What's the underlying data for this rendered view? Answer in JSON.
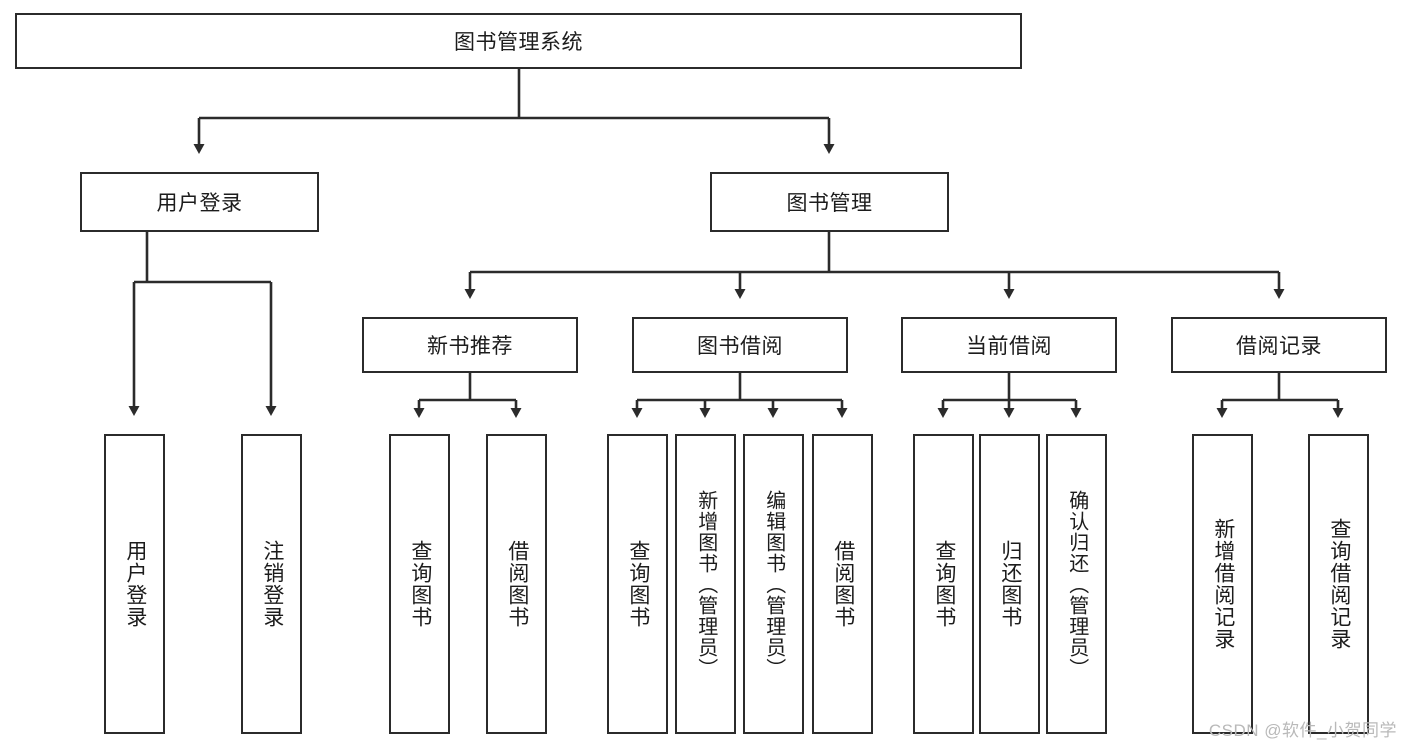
{
  "diagram": {
    "title": "图书管理系统",
    "type": "tree",
    "root": {
      "label": "图书管理系统"
    },
    "level1": [
      {
        "label": "用户登录"
      },
      {
        "label": "图书管理"
      }
    ],
    "level2": [
      {
        "label": "新书推荐"
      },
      {
        "label": "图书借阅"
      },
      {
        "label": "当前借阅"
      },
      {
        "label": "借阅记录"
      }
    ],
    "leaves": {
      "user_login": [
        {
          "label": "用户登录"
        },
        {
          "label": "注销登录"
        }
      ],
      "new_book_recommend": [
        {
          "label": "查询图书"
        },
        {
          "label": "借阅图书"
        }
      ],
      "book_borrow": [
        {
          "label": "查询图书"
        },
        {
          "label": "新增图书（管理员）"
        },
        {
          "label": "编辑图书（管理员）"
        },
        {
          "label": "借阅图书"
        }
      ],
      "current_borrow": [
        {
          "label": "查询图书"
        },
        {
          "label": "归还图书"
        },
        {
          "label": "确认归还（管理员）"
        }
      ],
      "borrow_record": [
        {
          "label": "新增借阅记录"
        },
        {
          "label": "查询借阅记录"
        }
      ]
    }
  },
  "watermark": {
    "text": "CSDN @软件_小贺同学"
  },
  "colors": {
    "stroke": "#2b2b2b",
    "background": "#ffffff",
    "text": "#1c1c1c",
    "watermark": "#b9b9b9"
  }
}
